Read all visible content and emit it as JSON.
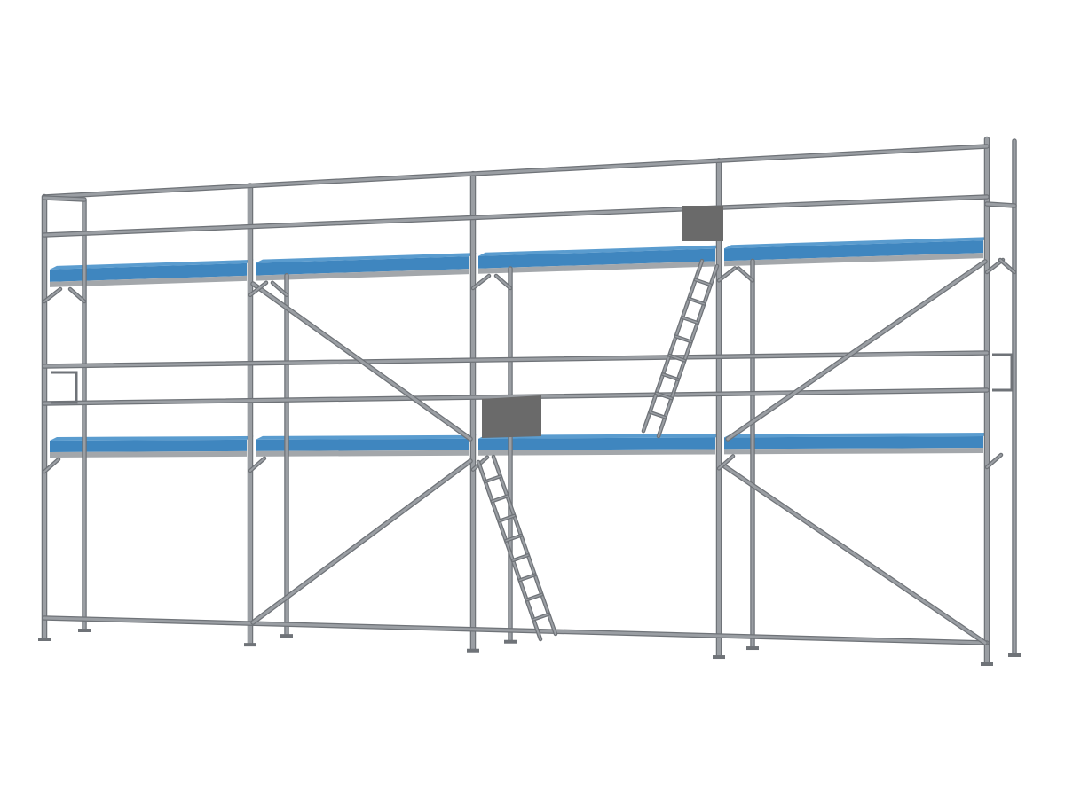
{
  "scene": {
    "subject": "scaffold",
    "bays": 4,
    "levels": 2
  },
  "colors": {
    "background": "#ffffff",
    "tube": "#9a9ea3",
    "tube_dark": "#6f7378",
    "deck": "#3f86bf",
    "deck_edge": "#a3a7ab",
    "hatch": "#6a6a6a"
  }
}
